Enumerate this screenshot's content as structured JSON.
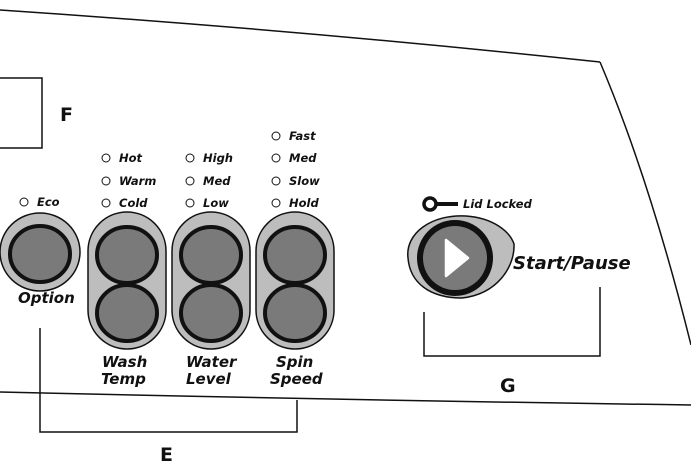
{
  "callouts": {
    "f": "F",
    "e": "E",
    "g": "G"
  },
  "option": {
    "indicator": "Eco",
    "label": "Option"
  },
  "wash_temp": {
    "indicators": [
      "Hot",
      "Warm",
      "Cold"
    ],
    "label_line1": "Wash",
    "label_line2": "Temp"
  },
  "water_level": {
    "indicators": [
      "High",
      "Med",
      "Low"
    ],
    "label_line1": "Water",
    "label_line2": "Level"
  },
  "spin_speed": {
    "indicators": [
      "Fast",
      "Med",
      "Slow",
      "Hold"
    ],
    "label_line1": "Spin",
    "label_line2": "Speed"
  },
  "lid_locked": {
    "label": "Lid Locked"
  },
  "start_pause": {
    "label": "Start/Pause"
  },
  "colors": {
    "button_outer": "#bdbdbd",
    "button_inner": "#7a7a7a",
    "outline": "#111111"
  }
}
